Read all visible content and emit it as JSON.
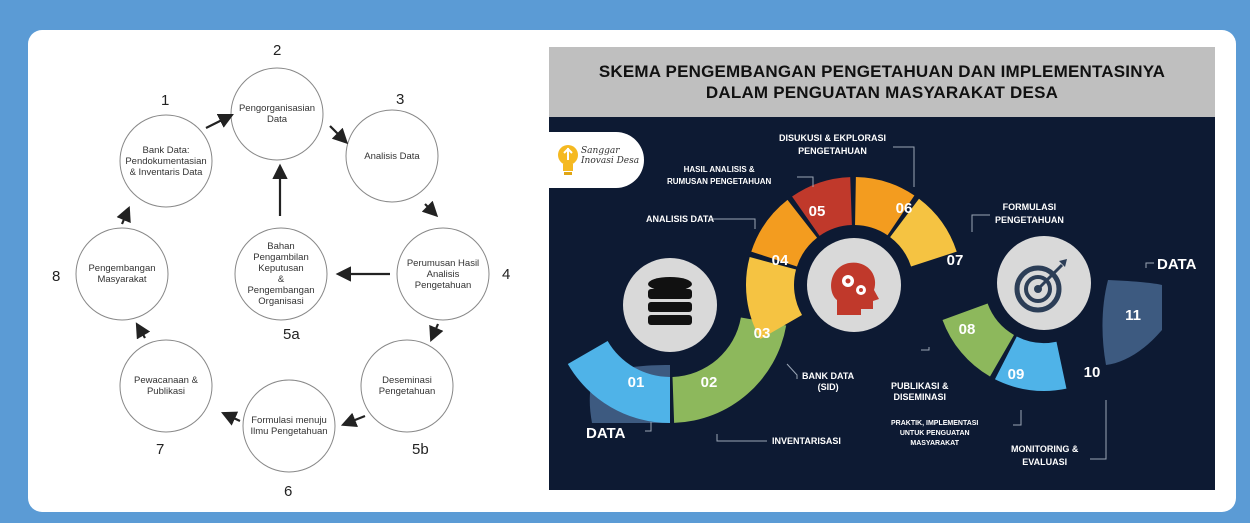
{
  "cycle": {
    "nodes": [
      {
        "text": "Bank Data:\nPendokumentasian\n& Inventaris Data",
        "number": "1"
      },
      {
        "text": "Pengorganisasian\nData",
        "number": "2"
      },
      {
        "text": "Analisis Data",
        "number": "3"
      },
      {
        "text": "Perumusan Hasil\nAnalisis\nPengetahuan",
        "number": "4"
      },
      {
        "text": "Deseminasi\nPengetahuan",
        "number": "5b"
      },
      {
        "text": "Formulasi menuju\nIlmu Pengetahuan",
        "number": "6"
      },
      {
        "text": "Pewacanaan &\nPublikasi",
        "number": "7"
      },
      {
        "text": "Pengembangan\nMasyarakat",
        "number": "8"
      },
      {
        "text": "Bahan\nPengambilan\nKeputusan\n&\nPengembangan\nOrganisasi",
        "number": "5a"
      }
    ]
  },
  "infographic": {
    "title_line1": "SKEMA PENGEMBANGAN PENGETAHUAN DAN IMPLEMENTASINYA",
    "title_line2": "DALAM PENGUATAN MASYARAKAT DESA",
    "logo_line1": "Sanggar",
    "logo_line2": "Inovasi Desa",
    "segments": [
      "01",
      "02",
      "03",
      "04",
      "05",
      "06",
      "07",
      "08",
      "09",
      "10",
      "11"
    ],
    "segment_colors": [
      "#3d5a80",
      "#4fb3e8",
      "#8db85c",
      "#f5c342",
      "#f39c1f",
      "#c0392b",
      "#f39c1f",
      "#f5c342",
      "#8db85c",
      "#4fb3e8",
      "#3d5a80"
    ],
    "labels": {
      "data_left": "DATA",
      "inventarisasi": "INVENTARISASI",
      "bank_data": "BANK DATA\n(SID)",
      "analisis_data": "ANALISIS DATA",
      "hasil_analisis": "HASIL ANALISIS &\nRUMUSAN PENGETAHUAN",
      "diskusi": "DISUKUSI & EKPLORASI\nPENGETAHUAN",
      "formulasi": "FORMULASI\nPENGETAHUAN",
      "data_right": "DATA",
      "publikasi": "PUBLIKASI &\nDISEMINASI",
      "praktik": "PRAKTIK, IMPLEMENTASI\nUNTUK PENGUATAN\nMASYARAKAT",
      "monitoring": "MONITORING &\nEVALUASI"
    },
    "icons": [
      "database-icon",
      "head-gears-icon",
      "target-icon",
      "lightbulb-icon"
    ]
  }
}
